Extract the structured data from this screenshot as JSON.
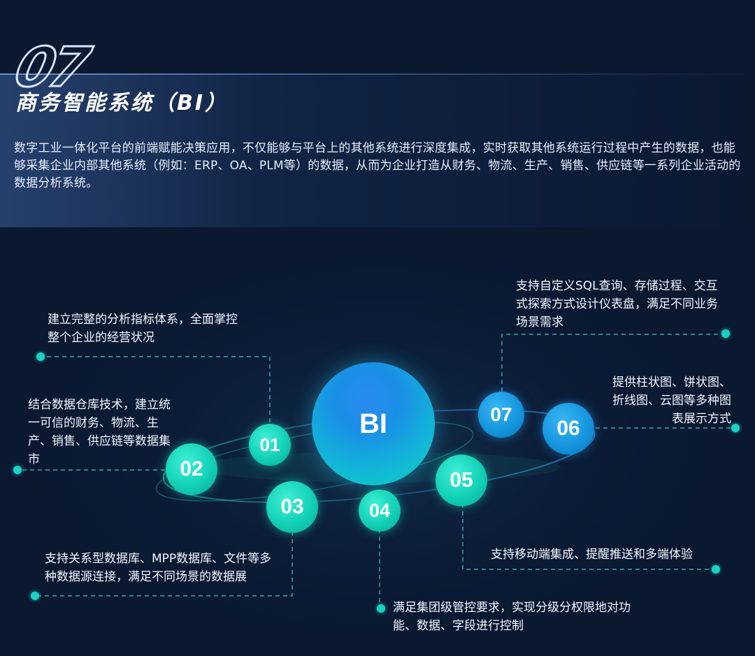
{
  "header": {
    "section_number": "07",
    "title": "商务智能系统（BI）",
    "intro": "数字工业一体化平台的前端赋能决策应用，不仅能够与平台上的其他系统进行深度集成，实时获取其他系统运行过程中产生的数据，也能够采集企业内部其他系统（例如：ERP、OA、PLM等）的数据，从而为企业打造从财务、物流、生产、销售、供应链等一系列企业活动的数据分析系统。"
  },
  "hub": {
    "label": "BI"
  },
  "nodes": [
    {
      "id": "01",
      "text": "建立完整的分析指标体系，全面掌控整个企业的经营状况"
    },
    {
      "id": "02",
      "text": "结合数据仓库技术，建立统一可信的财务、物流、生产、销售、供应链等数据集市"
    },
    {
      "id": "03",
      "text": "支持关系型数据库、MPP数据库、文件等多种数据源连接，满足不同场景的数据展"
    },
    {
      "id": "04",
      "text": "满足集团级管控要求，实现分级分权限地对功能、数据、字段进行控制"
    },
    {
      "id": "05",
      "text": "支持移动端集成、提醒推送和多端体验"
    },
    {
      "id": "06",
      "text": "提供柱状图、饼状图、折线图、云图等多种图表展示方式"
    },
    {
      "id": "07",
      "text": "支持自定义SQL查询、存储过程、交互式探索方式设计仪表盘，满足不同业务场景需求"
    }
  ],
  "colors": {
    "background": "#0b1a33",
    "teal": "#12d0b6",
    "blue": "#1596de",
    "connector": "#4fd6e6"
  }
}
